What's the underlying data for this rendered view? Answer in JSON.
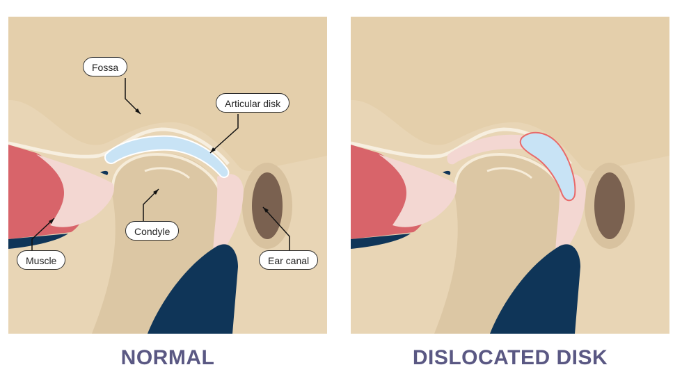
{
  "labels": {
    "fossa": "Fossa",
    "articular_disk": "Articular disk",
    "condyle": "Condyle",
    "muscle": "Muscle",
    "ear_canal": "Ear canal"
  },
  "captions": {
    "left": "NORMAL",
    "right": "DISLOCATED DISK"
  },
  "colors": {
    "background_tan": "#e8d5b5",
    "bone_tan": "#dcc7a4",
    "muscle_red": "#d8646a",
    "ligament_pink": "#f3d7d2",
    "disk_blue": "#c8e3f5",
    "disk_outline_displaced": "#e86a6a",
    "ear_canal_brown": "#7a6150",
    "navy": "#0f3558",
    "caption_purple": "#5a5883"
  }
}
